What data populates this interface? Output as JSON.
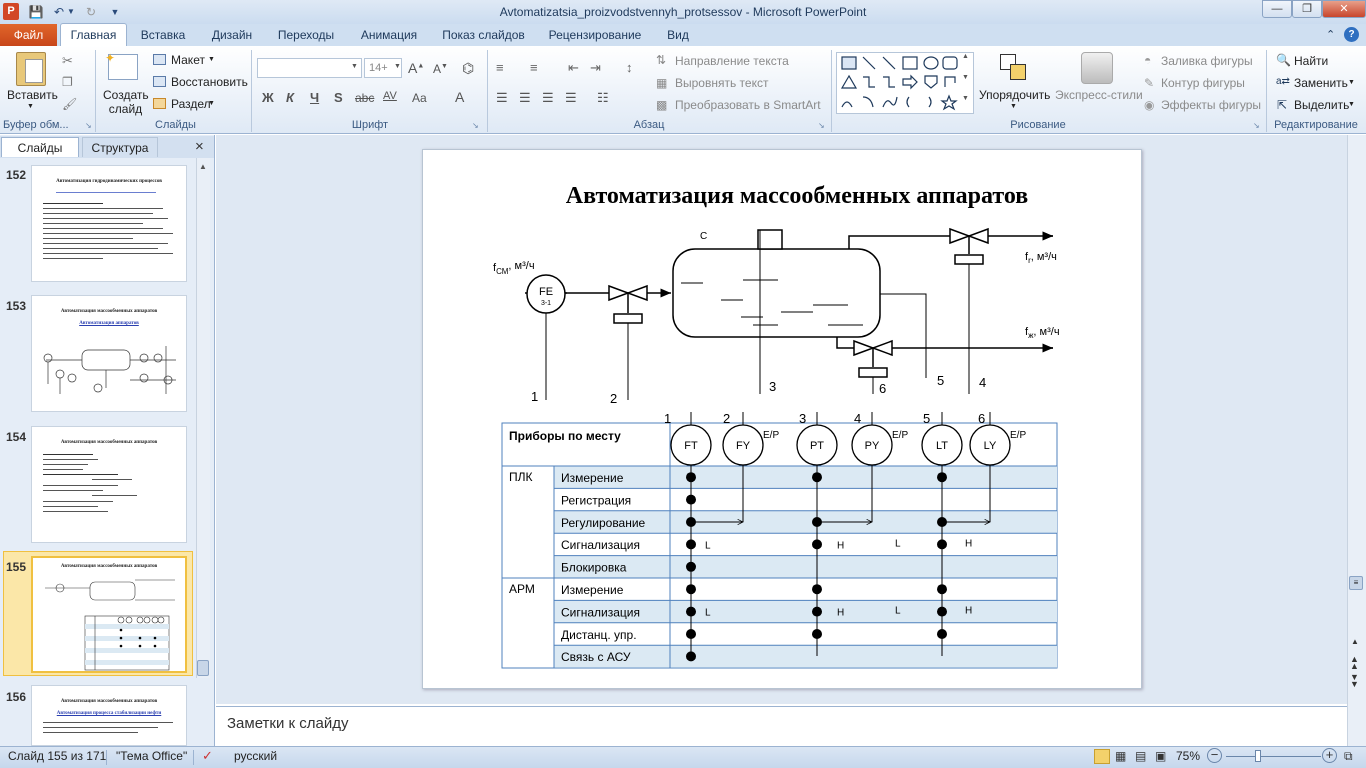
{
  "window": {
    "title": "Avtomatizatsia_proizvodstvennyh_protsessov - Microsoft PowerPoint"
  },
  "tabs": {
    "file": "Файл",
    "home": "Главная",
    "insert": "Вставка",
    "design": "Дизайн",
    "transitions": "Переходы",
    "animation": "Анимация",
    "slideshow": "Показ слайдов",
    "review": "Рецензирование",
    "view": "Вид"
  },
  "ribbon": {
    "paste": "Вставить",
    "new_slide": "Создать слайд",
    "layout": "Макет",
    "reset": "Восстановить",
    "section": "Раздел",
    "font_size": "14+",
    "text_direction": "Направление текста",
    "align_text": "Выровнять текст",
    "smartart": "Преобразовать в SmartArt",
    "arrange": "Упорядочить",
    "quick_styles": "Экспресс-стили",
    "shape_fill": "Заливка фигуры",
    "shape_outline": "Контур фигуры",
    "shape_effects": "Эффекты фигуры",
    "find": "Найти",
    "replace": "Заменить",
    "select": "Выделить",
    "groups": {
      "clipboard": "Буфер обм...",
      "slides": "Слайды",
      "font": "Шрифт",
      "paragraph": "Абзац",
      "drawing": "Рисование",
      "editing": "Редактирование"
    },
    "font_btns": {
      "bold": "Ж",
      "italic": "К",
      "underline": "Ч",
      "strike": "S",
      "abc": "abc",
      "spacing": "AV",
      "case": "Aa",
      "color": "A"
    }
  },
  "pane": {
    "tab_slides": "Слайды",
    "tab_outline": "Структура",
    "close": "×"
  },
  "thumbnails": [
    {
      "num": "152",
      "title": "Автоматизация гидродинамических   процессов"
    },
    {
      "num": "153",
      "title": "Автоматизация массообменных аппаратов",
      "subtitle": "Автоматизация  аппаратов"
    },
    {
      "num": "154",
      "title": "Автоматизация массообменных аппаратов"
    },
    {
      "num": "155",
      "title": "Автоматизация массообменных аппаратов"
    },
    {
      "num": "156",
      "title": "Автоматизация массообменных аппаратов",
      "subtitle": "Автоматизация процесса стабилизации нефти"
    }
  ],
  "slide": {
    "title": "Автоматизация массообменных аппаратов",
    "diagram": {
      "c_label": "C",
      "fcm": "f",
      "fcm_sub": "СМ",
      "fcm_unit": ", м³/ч",
      "fr": "f",
      "fr_sub": "r",
      "fr_unit": ", м³/ч",
      "fj": "f",
      "fj_sub": "ж",
      "fj_unit": ", м³/ч",
      "fe": "FE",
      "fe_sub": "3-1",
      "lines": [
        "1",
        "2",
        "3",
        "4",
        "5",
        "6"
      ],
      "cols": [
        "1",
        "2",
        "3",
        "4",
        "5",
        "6"
      ],
      "instruments": [
        "FT",
        "FY",
        "PT",
        "PY",
        "LT",
        "LY"
      ],
      "ep": "E/P"
    },
    "table": {
      "header": "Приборы по месту",
      "plc": "ПЛК",
      "arm": "АРМ",
      "plc_rows": [
        "Измерение",
        "Регистрация",
        "Регулирование",
        "Сигнализация",
        "Блокировка"
      ],
      "arm_rows": [
        "Измерение",
        "Сигнализация",
        "Дистанц. упр.",
        "Связь с АСУ"
      ],
      "sig": {
        "l": "L",
        "h": "H"
      }
    }
  },
  "notes": {
    "placeholder": "Заметки к слайду"
  },
  "status": {
    "slide": "Слайд 155 из 171",
    "theme": "\"Тема Office\"",
    "lang": "русский",
    "zoom": "75%"
  }
}
